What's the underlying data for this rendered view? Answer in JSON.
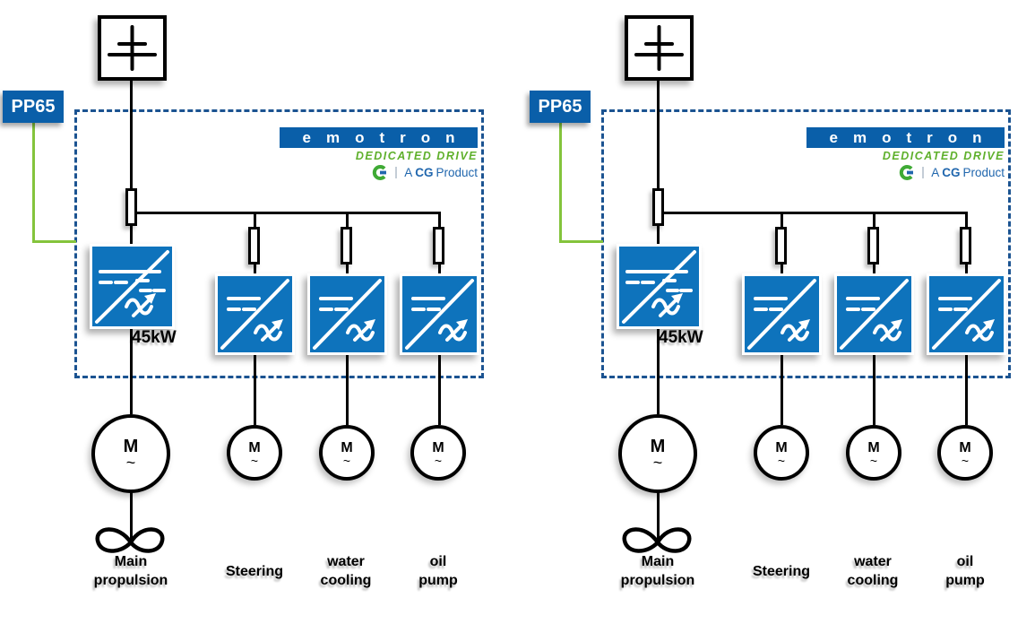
{
  "colors": {
    "drive_blue": "#0e73bc",
    "brand_blue": "#0a5fa9",
    "outline_blue": "#1b5391",
    "accent_green": "#84c43c",
    "tagline_green": "#5fb02c",
    "cg_blue": "#2167ae",
    "wire_black": "#000000"
  },
  "icons": {
    "battery-icon": "energy source symbol: vertical conductor with short upper plate and long lower plate",
    "fuse-icon": "vertical rectangle fuse on wire",
    "inverter-icon": "blue square, white diagonal, DC bars top-left, sine wave with arrow bottom-right",
    "main-inverter-icon": "blue square, white diagonal, double DC bars, sine wave with arrow",
    "motor-icon": "circle with M and ~",
    "propeller-icon": "bow-tie propeller loops",
    "cg-logo-icon": "green G ring with blue mark"
  },
  "panels": [
    {
      "supply_label": "PP65",
      "main_drive_power": "45kW",
      "logo": {
        "brand": "emotron",
        "tagline": "DEDICATED DRIVE",
        "product_prefix": "A",
        "product_brand": "CG",
        "product_suffix": "Product"
      },
      "motor": {
        "letter": "M",
        "ac_symbol": "~"
      },
      "loads": [
        {
          "lines": [
            "Main",
            "propulsion"
          ]
        },
        {
          "lines": [
            "Steering"
          ]
        },
        {
          "lines": [
            "water",
            "cooling"
          ]
        },
        {
          "lines": [
            "oil",
            "pump"
          ]
        }
      ]
    },
    {
      "supply_label": "PP65",
      "main_drive_power": "45kW",
      "logo": {
        "brand": "emotron",
        "tagline": "DEDICATED DRIVE",
        "product_prefix": "A",
        "product_brand": "CG",
        "product_suffix": "Product"
      },
      "motor": {
        "letter": "M",
        "ac_symbol": "~"
      },
      "loads": [
        {
          "lines": [
            "Main",
            "propulsion"
          ]
        },
        {
          "lines": [
            "Steering"
          ]
        },
        {
          "lines": [
            "water",
            "cooling"
          ]
        },
        {
          "lines": [
            "oil",
            "pump"
          ]
        }
      ]
    }
  ]
}
